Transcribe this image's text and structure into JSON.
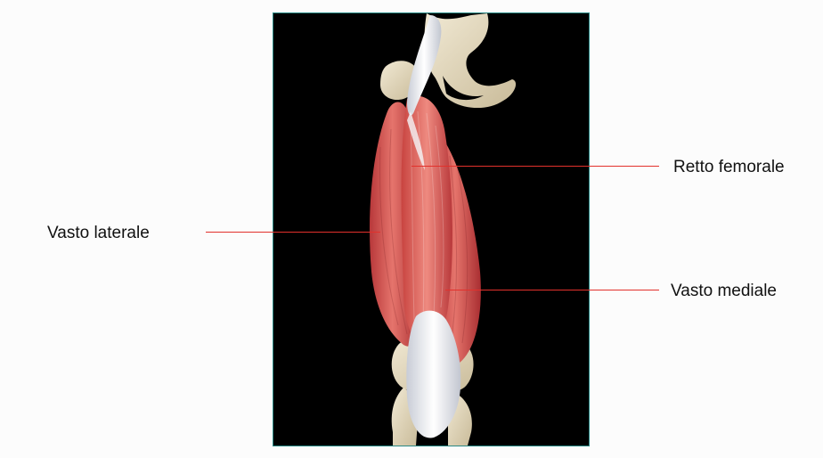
{
  "labels": {
    "rectus_femoris": "Retto femorale",
    "vastus_lateralis": "Vasto laterale",
    "vastus_medialis": "Vasto mediale"
  },
  "colors": {
    "background": "#fcfcfc",
    "figure_background": "#000000",
    "figure_border": "#2a8a86",
    "leader_line": "#e2312c",
    "muscle": "#d9534f",
    "bone": "#e6dcc4",
    "tendon": "#eef0f4"
  }
}
